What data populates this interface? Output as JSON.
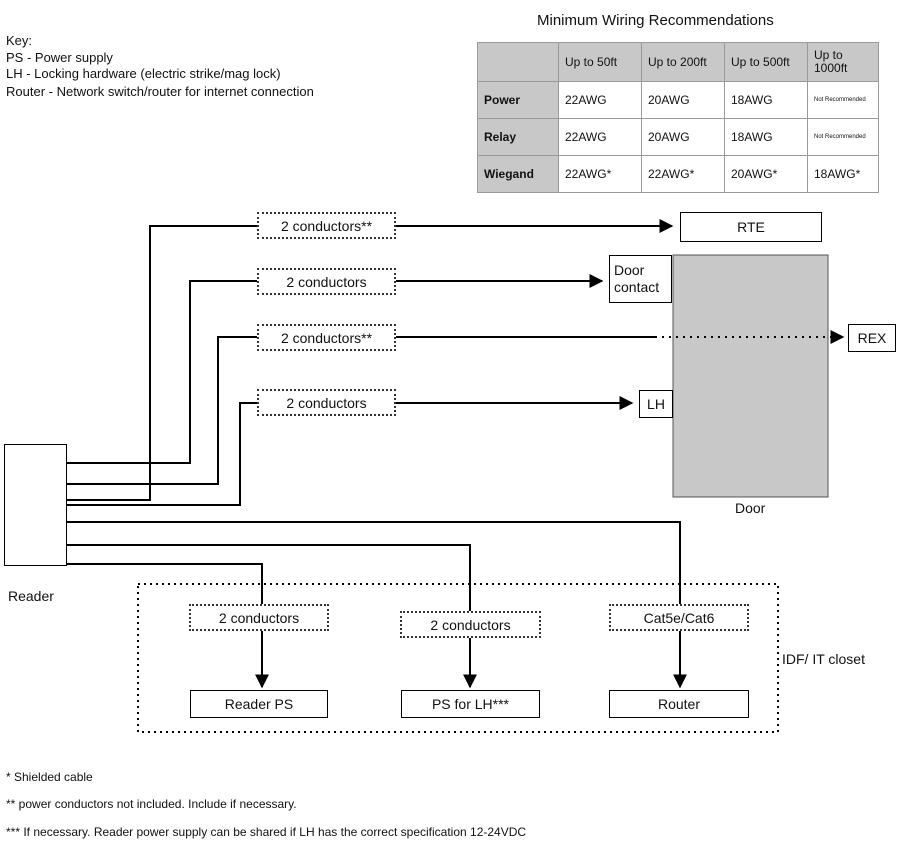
{
  "key": {
    "title": "Key:",
    "lines": [
      "PS - Power supply",
      "LH - Locking hardware (electric strike/mag lock)",
      "Router - Network switch/router for internet connection"
    ]
  },
  "table": {
    "title": "Minimum Wiring Recommendations",
    "headers": [
      "",
      "Up to 50ft",
      "Up to 200ft",
      "Up to 500ft",
      "Up to 1000ft"
    ],
    "rows": [
      {
        "label": "Power",
        "cells": [
          "22AWG",
          "20AWG",
          "18AWG",
          "Not Recommended"
        ]
      },
      {
        "label": "Relay",
        "cells": [
          "22AWG",
          "20AWG",
          "18AWG",
          "Not Recommended"
        ]
      },
      {
        "label": "Wiegand",
        "cells": [
          "22AWG*",
          "22AWG*",
          "20AWG*",
          "18AWG*"
        ]
      }
    ]
  },
  "diagram": {
    "reader_label": "Reader",
    "door_label": "Door",
    "idf_label": "IDF/ IT closet",
    "devices": {
      "rte": "RTE",
      "door_contact": "Door contact",
      "rex": "REX",
      "lh": "LH",
      "reader_ps": "Reader PS",
      "ps_for_lh": "PS for LH***",
      "router": "Router"
    },
    "cables": {
      "rte": "2 conductors**",
      "door_contact": "2 conductors",
      "rex": "2 conductors**",
      "lh": "2 conductors",
      "reader_ps": "2 conductors",
      "ps_for_lh": "2 conductors",
      "router": "Cat5e/Cat6"
    }
  },
  "notes": [
    "* Shielded cable",
    "** power conductors not included. Include if necessary.",
    "*** If necessary. Reader power supply can be shared if LH has the correct specification 12-24VDC"
  ]
}
